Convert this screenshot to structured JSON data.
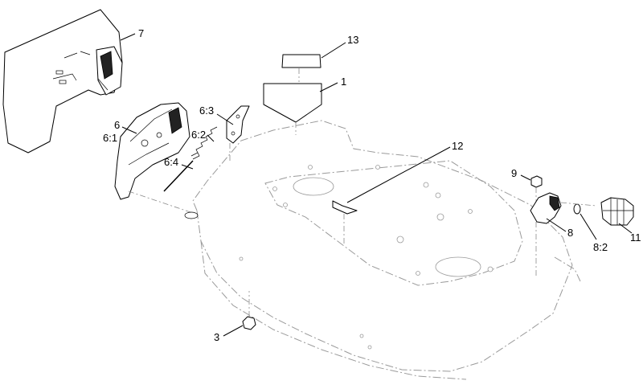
{
  "callouts": {
    "c1": "1",
    "c3": "3",
    "c6": "6",
    "c61": "6:1",
    "c62": "6:2",
    "c63": "6:3",
    "c64": "6:4",
    "c7": "7",
    "c8": "8",
    "c82": "8:2",
    "c9": "9",
    "c11": "11",
    "c12": "12",
    "c13": "13"
  }
}
